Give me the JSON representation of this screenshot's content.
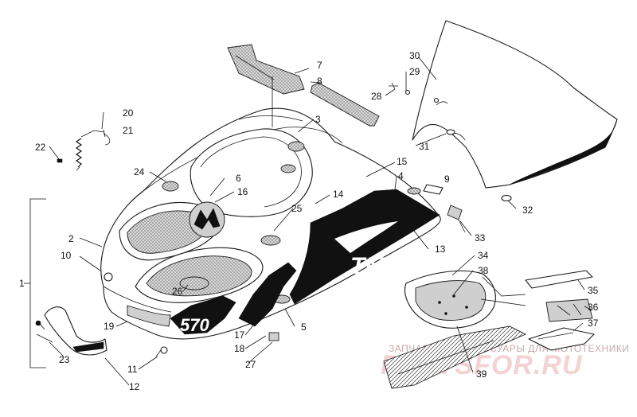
{
  "watermark": {
    "tagline": "ЗАПЧАСТИ И АКСЕССУАРЫ ДЛЯ МОТОТЕХНИКИ",
    "brand": "PARTSFOR.RU"
  },
  "decals": {
    "model_number": "570",
    "logo": "M"
  },
  "callouts": {
    "c1": "1",
    "c2": "2",
    "c3": "3",
    "c4": "4",
    "c5": "5",
    "c6": "6",
    "c7": "7",
    "c8": "8",
    "c9": "9",
    "c10": "10",
    "c11": "11",
    "c12": "12",
    "c13": "13",
    "c14": "14",
    "c15": "15",
    "c16": "16",
    "c17": "17",
    "c18": "18",
    "c19": "19",
    "c20": "20",
    "c21": "21",
    "c22": "22",
    "c23": "23",
    "c24": "24",
    "c25": "25",
    "c26": "26",
    "c27": "27",
    "c28": "28",
    "c29": "29",
    "c30": "30",
    "c31": "31",
    "c32": "32",
    "c33": "33",
    "c34": "34",
    "c35": "35",
    "c36": "36",
    "c37": "37",
    "c38": "38",
    "c39": "39"
  }
}
